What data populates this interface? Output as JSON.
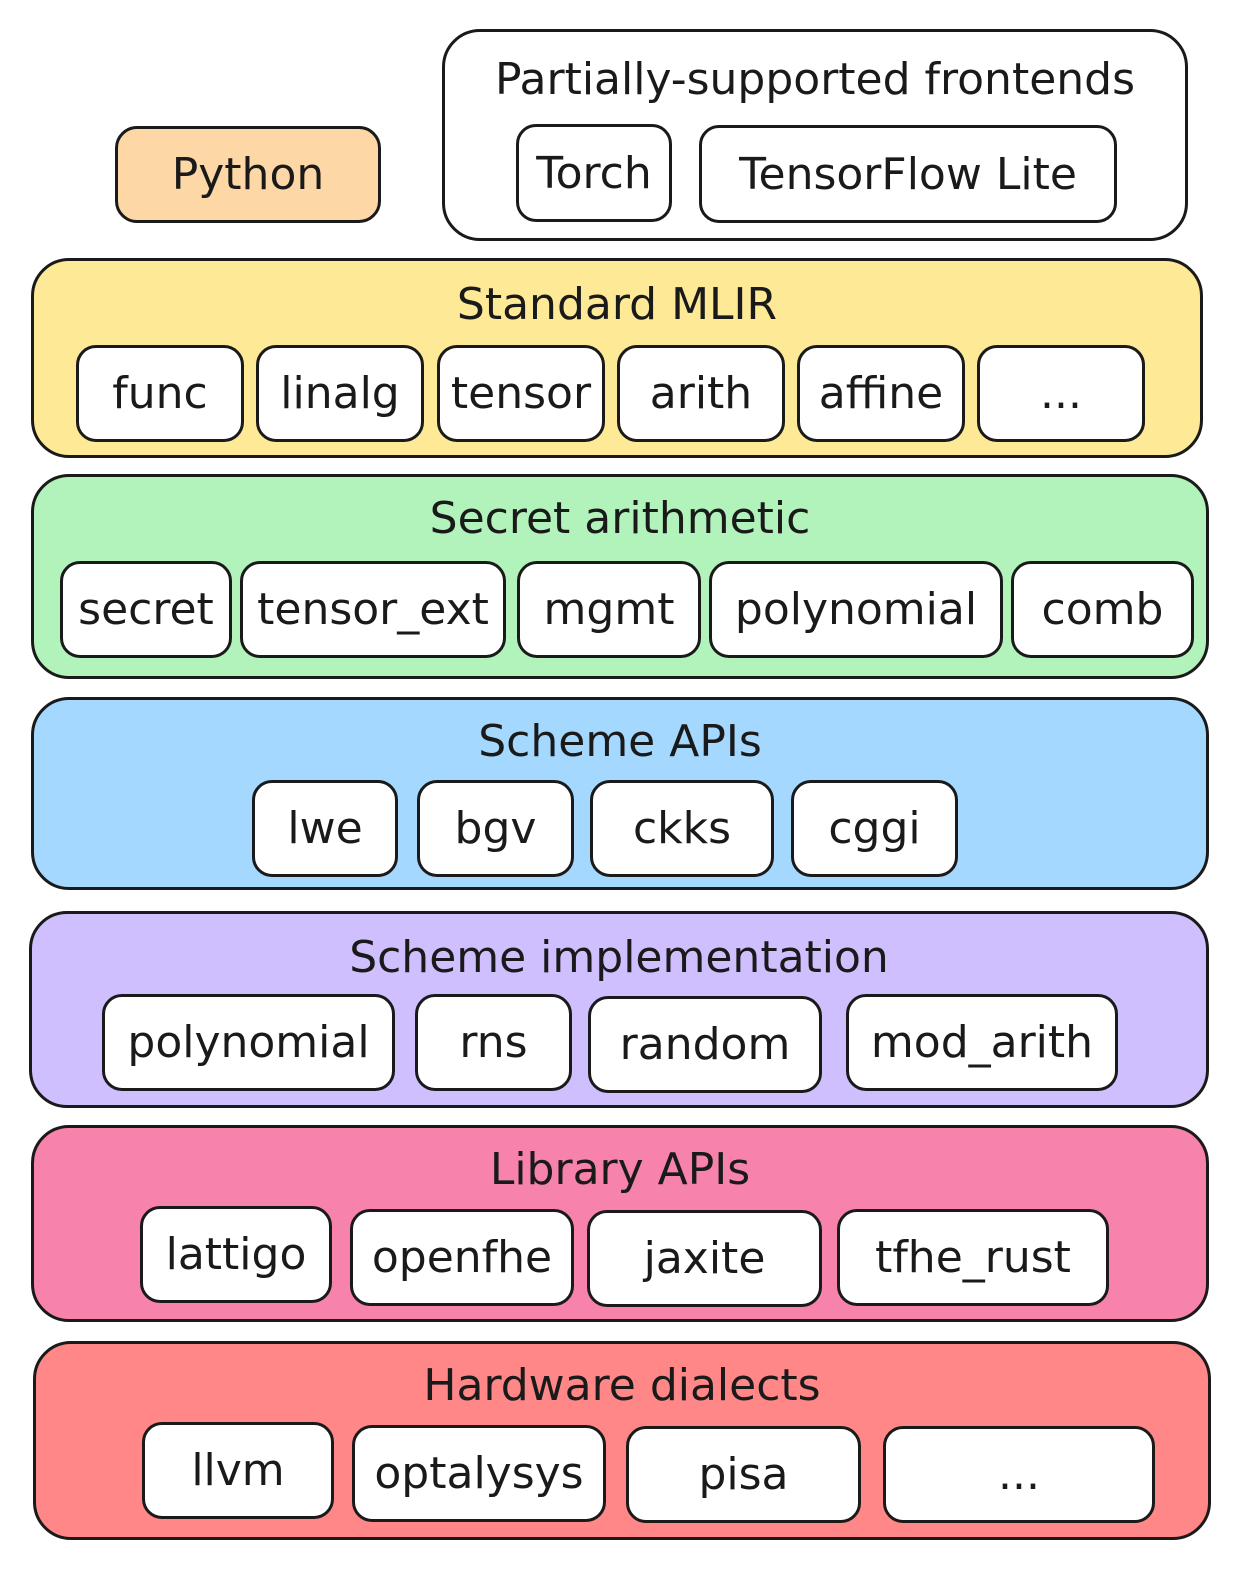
{
  "python": {
    "label": "Python",
    "color": "#fdd8a6"
  },
  "frontends": {
    "title": "Partially-supported frontends",
    "items": [
      "Torch",
      "TensorFlow Lite"
    ]
  },
  "standard_mlir": {
    "title": "Standard MLIR",
    "color": "#fde996",
    "items": [
      "func",
      "linalg",
      "tensor",
      "arith",
      "affine",
      "..."
    ]
  },
  "secret_arithmetic": {
    "title": "Secret arithmetic",
    "color": "#b2f2bb",
    "items": [
      "secret",
      "tensor_ext",
      "mgmt",
      "polynomial",
      "comb"
    ]
  },
  "scheme_apis": {
    "title": "Scheme APIs",
    "color": "#a5d8ff",
    "items": [
      "lwe",
      "bgv",
      "ckks",
      "cggi"
    ]
  },
  "scheme_implementation": {
    "title": "Scheme implementation",
    "color": "#d0bfff",
    "items": [
      "polynomial",
      "rns",
      "random",
      "mod_arith"
    ]
  },
  "library_apis": {
    "title": "Library APIs",
    "color": "#f783ac",
    "items": [
      "lattigo",
      "openfhe",
      "jaxite",
      "tfhe_rust"
    ]
  },
  "hardware_dialects": {
    "title": "Hardware dialects",
    "color": "#ff8787",
    "items": [
      "llvm",
      "optalysys",
      "pisa",
      "..."
    ]
  }
}
